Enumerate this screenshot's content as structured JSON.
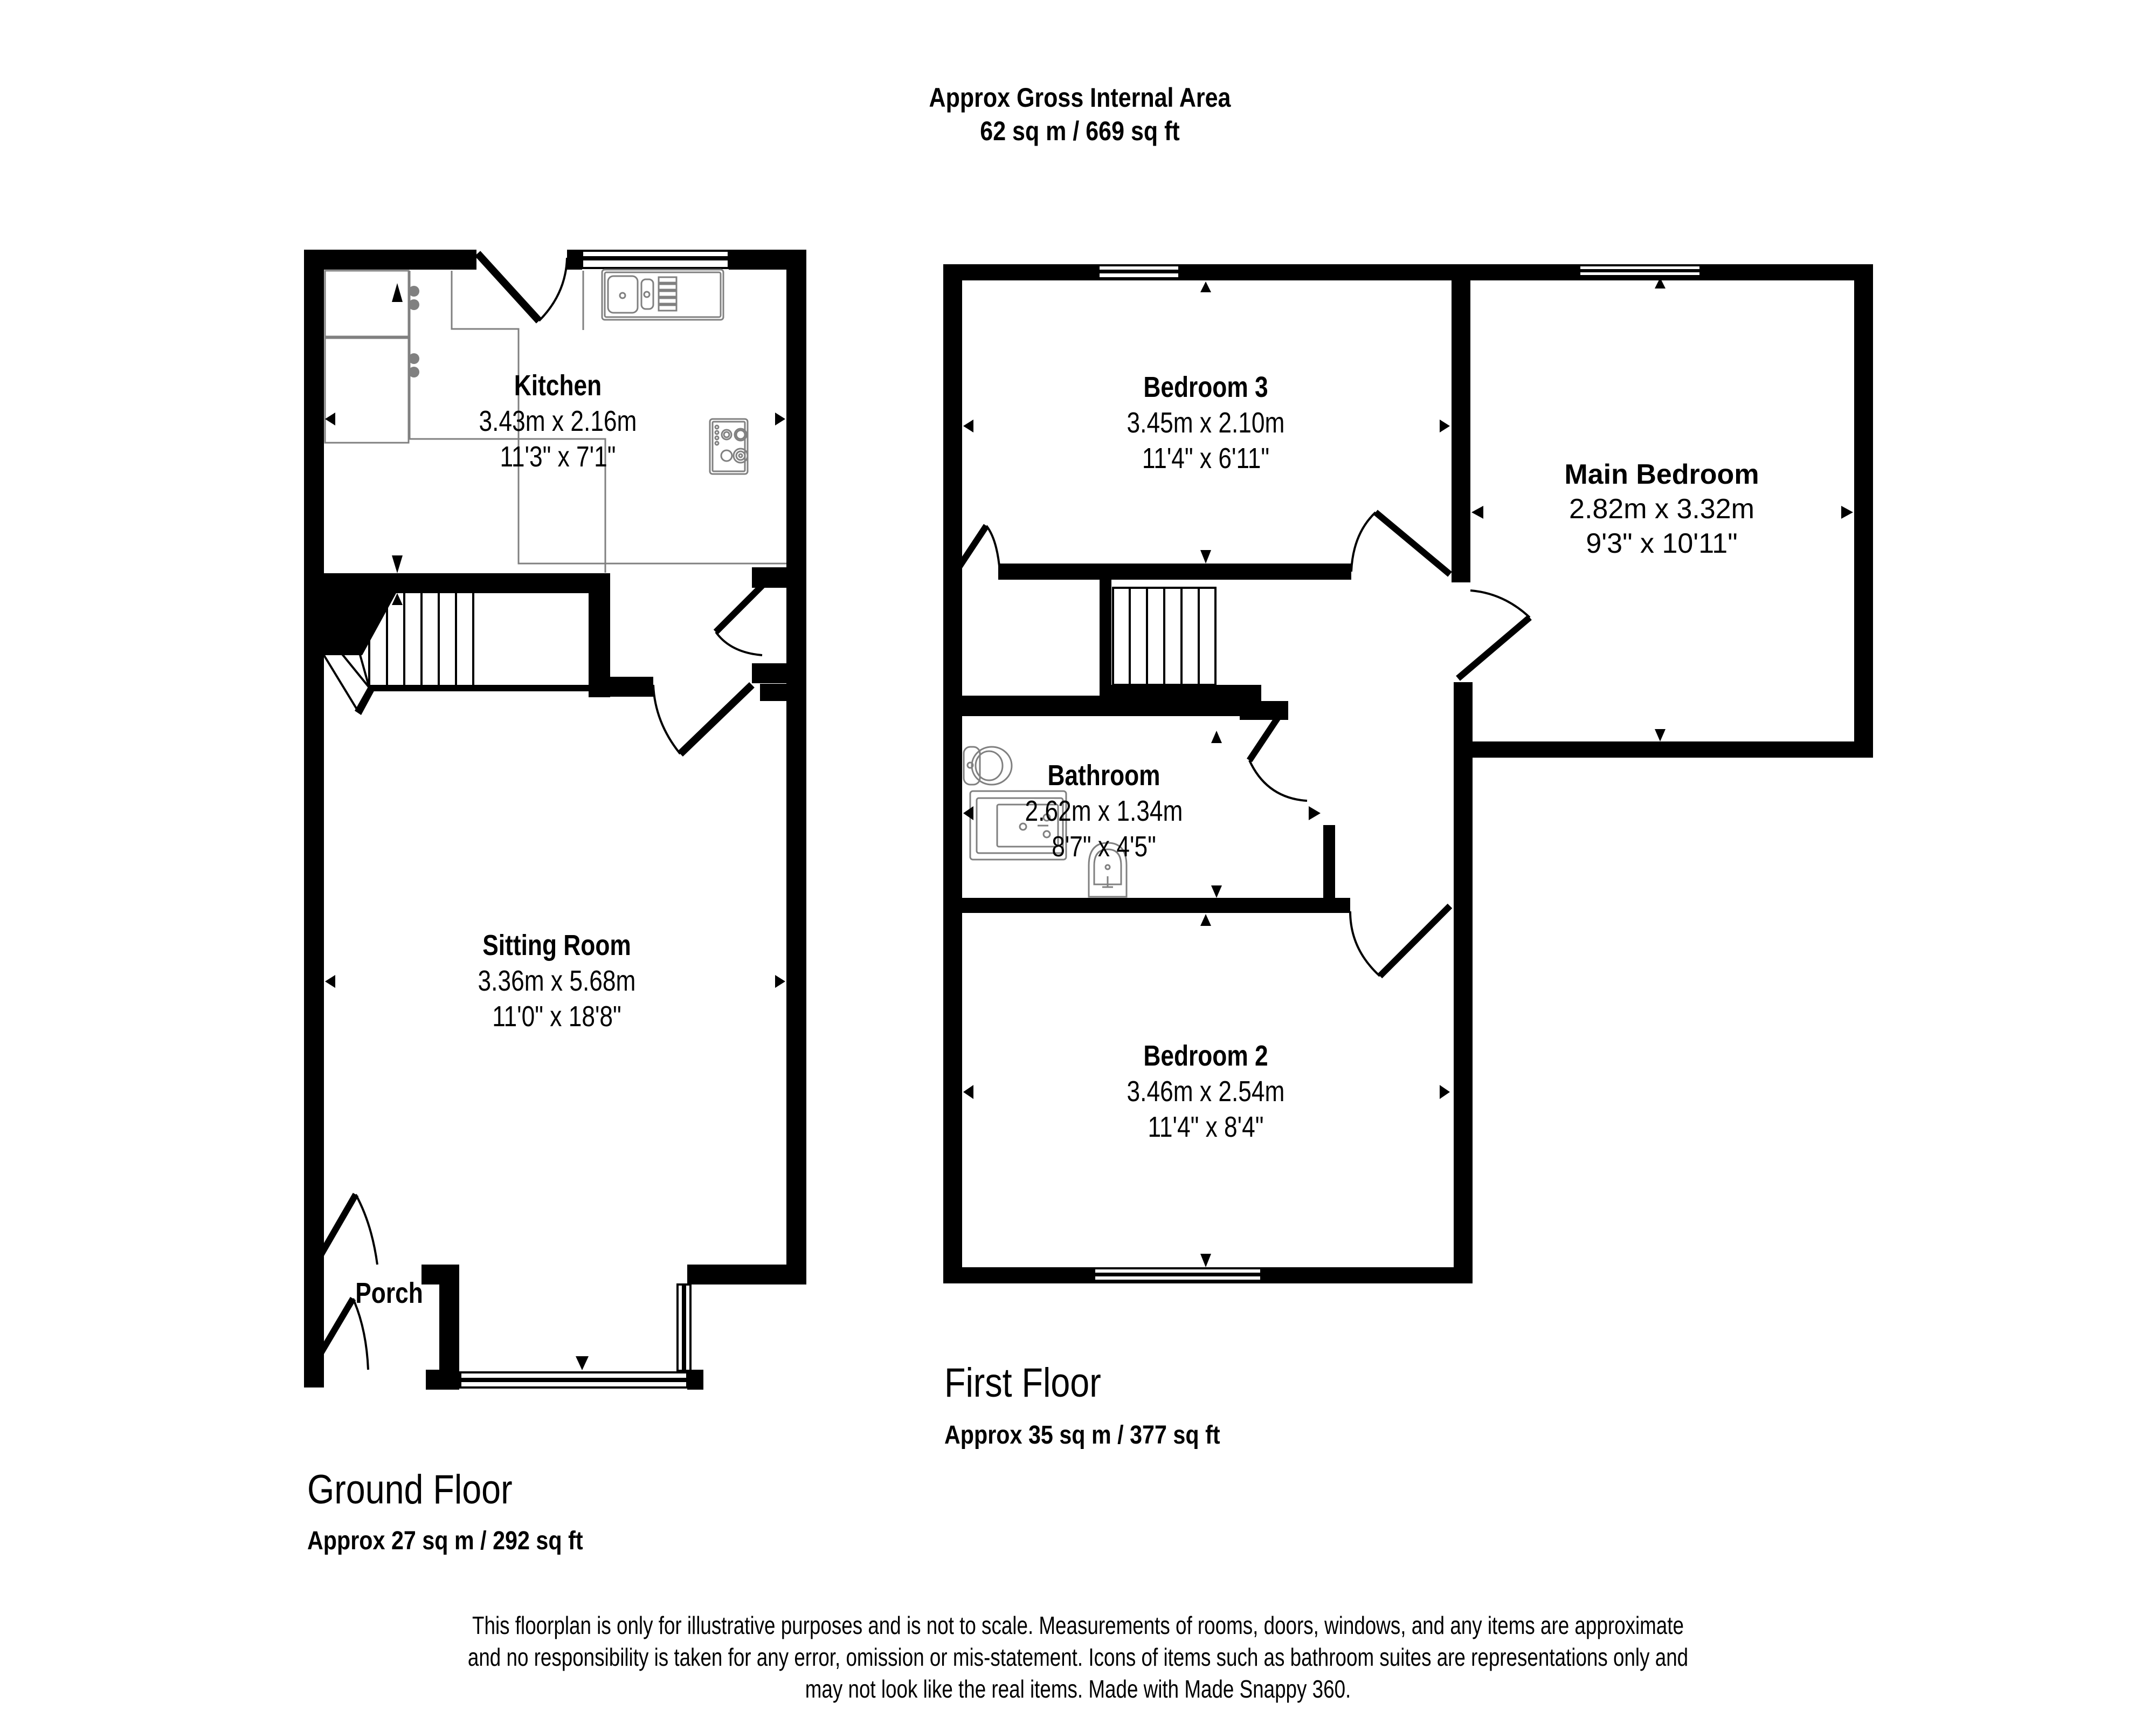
{
  "header": {
    "title": "Approx Gross Internal Area",
    "area": "62 sq m / 669 sq ft"
  },
  "ground_floor": {
    "title": "Ground Floor",
    "area": "Approx 27 sq m / 292 sq ft",
    "rooms": {
      "kitchen": {
        "name": "Kitchen",
        "metric": "3.43m x 2.16m",
        "imperial": "11'3\" x 7'1\""
      },
      "sitting_room": {
        "name": "Sitting Room",
        "metric": "3.36m x 5.68m",
        "imperial": "11'0\" x 18'8\""
      },
      "porch": {
        "name": "Porch"
      }
    }
  },
  "first_floor": {
    "title": "First Floor",
    "area": "Approx 35 sq m / 377 sq ft",
    "rooms": {
      "bedroom3": {
        "name": "Bedroom 3",
        "metric": "3.45m x 2.10m",
        "imperial": "11'4\" x 6'11\""
      },
      "main_bedroom": {
        "name": "Main Bedroom",
        "metric": "2.82m x 3.32m",
        "imperial": "9'3\" x 10'11\""
      },
      "bathroom": {
        "name": "Bathroom",
        "metric": "2.62m x 1.34m",
        "imperial": "8'7\" x 4'5\""
      },
      "bedroom2": {
        "name": "Bedroom 2",
        "metric": "3.46m x 2.54m",
        "imperial": "11'4\" x 8'4\""
      }
    }
  },
  "disclaimer": {
    "line1": "This floorplan is only for illustrative purposes and is not to scale. Measurements of rooms, doors, windows, and any items are approximate",
    "line2": "and no responsibility is taken for any error, omission or mis-statement. Icons of items such as bathroom suites are representations only and",
    "line3": "may not look like the real items. Made with Made Snappy 360."
  },
  "colors": {
    "wall": "#000000",
    "fixture_outline": "#808080",
    "background": "#ffffff"
  }
}
